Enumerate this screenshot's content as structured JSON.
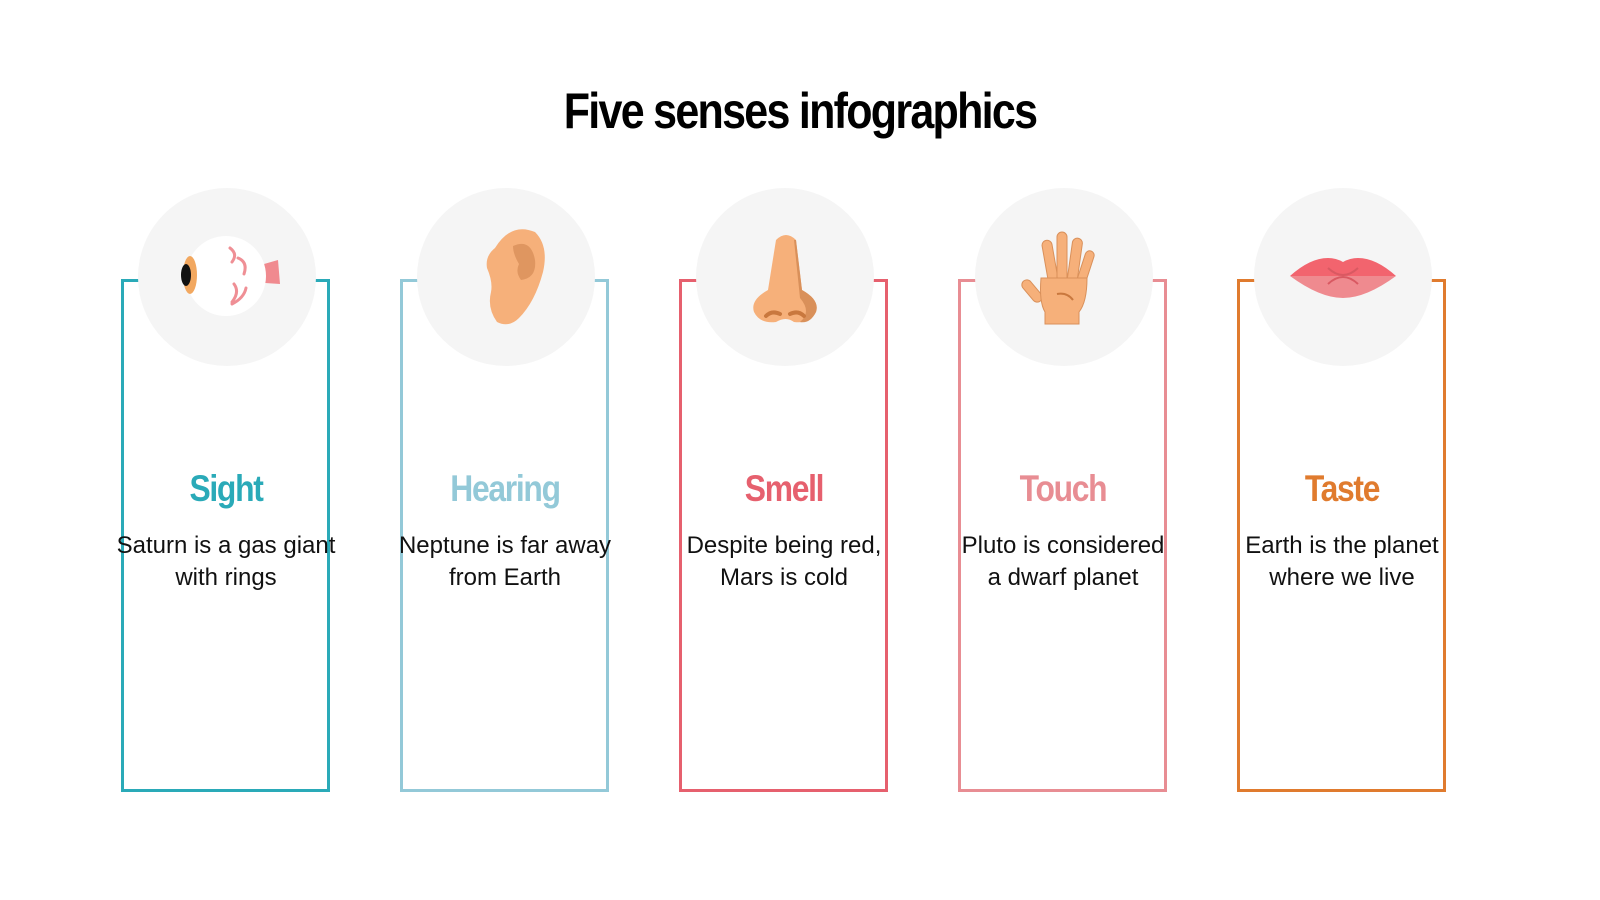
{
  "title": "Five senses infographics",
  "senses": [
    {
      "name": "Sight",
      "description": "Saturn is a gas giant with rings",
      "color": "#2aaab8",
      "icon": "eye-icon"
    },
    {
      "name": "Hearing",
      "description": "Neptune is far away from Earth",
      "color": "#93c9d8",
      "icon": "ear-icon"
    },
    {
      "name": "Smell",
      "description": "Despite being red, Mars is cold",
      "color": "#e6606e",
      "icon": "nose-icon"
    },
    {
      "name": "Touch",
      "description": "Pluto is considered a dwarf planet",
      "color": "#e88d93",
      "icon": "hand-icon"
    },
    {
      "name": "Taste",
      "description": "Earth is the planet where we live",
      "color": "#e07b2e",
      "icon": "lips-icon"
    }
  ]
}
